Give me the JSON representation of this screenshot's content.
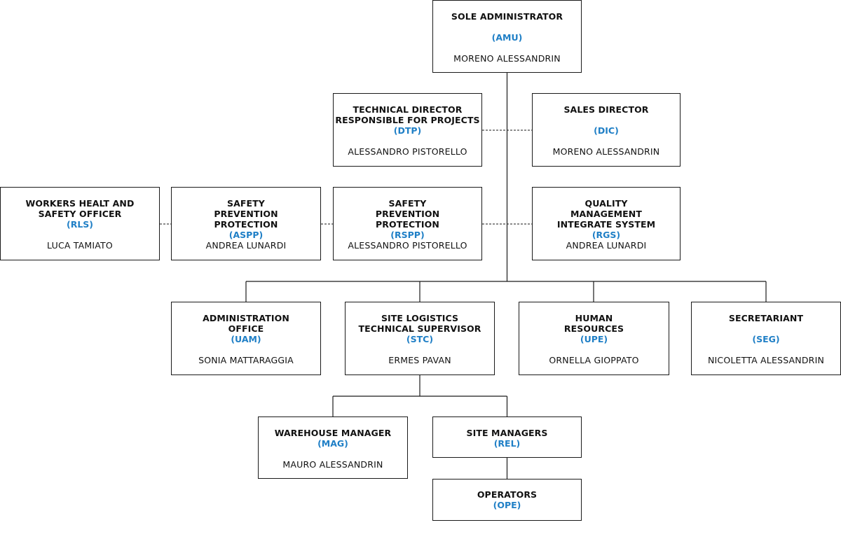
{
  "colors": {
    "line": "#1a1a1a",
    "code": "#1f7fc6",
    "box_border": "#1a1a1a"
  },
  "nodes": {
    "amu": {
      "title_lines": [
        "SOLE ADMINISTRATOR"
      ],
      "code": "(AMU)",
      "name": "MORENO ALESSANDRIN"
    },
    "dtp": {
      "title_lines": [
        "TECHNICAL DIRECTOR",
        "RESPONSIBLE FOR PROJECTS"
      ],
      "code": "(DTP)",
      "name": "ALESSANDRO PISTORELLO"
    },
    "dic": {
      "title_lines": [
        "SALES DIRECTOR"
      ],
      "code": "(DIC)",
      "name": "MORENO ALESSANDRIN"
    },
    "rls": {
      "title_lines": [
        "WORKERS HEALT AND",
        "SAFETY OFFICER"
      ],
      "code": "(RLS)",
      "name": "LUCA TAMIATO"
    },
    "aspp": {
      "title_lines": [
        "SAFETY",
        "PREVENTION",
        "PROTECTION"
      ],
      "code": "(ASPP)",
      "name": "ANDREA LUNARDI"
    },
    "rspp": {
      "title_lines": [
        "SAFETY",
        "PREVENTION",
        "PROTECTION"
      ],
      "code": "(RSPP)",
      "name": "ALESSANDRO PISTORELLO"
    },
    "rgs": {
      "title_lines": [
        "QUALITY",
        "MANAGEMENT",
        "INTEGRATE SYSTEM"
      ],
      "code": "(RGS)",
      "name": "ANDREA LUNARDI"
    },
    "uam": {
      "title_lines": [
        "ADMINISTRATION",
        "OFFICE"
      ],
      "code": "(UAM)",
      "name": "SONIA MATTARAGGIA"
    },
    "stc": {
      "title_lines": [
        "SITE LOGISTICS",
        "TECHNICAL SUPERVISOR"
      ],
      "code": "(STC)",
      "name": "ERMES PAVAN"
    },
    "upe": {
      "title_lines": [
        "HUMAN",
        "RESOURCES"
      ],
      "code": "(UPE)",
      "name": "ORNELLA GIOPPATO"
    },
    "seg": {
      "title_lines": [
        "SECRETARIANT"
      ],
      "code": "(SEG)",
      "name": "NICOLETTA ALESSANDRIN"
    },
    "mag": {
      "title_lines": [
        "WAREHOUSE MANAGER"
      ],
      "code": "(MAG)",
      "name": "MAURO ALESSANDRIN"
    },
    "rel": {
      "title_lines": [
        "SITE MANAGERS"
      ],
      "code": "(REL)"
    },
    "ope": {
      "title_lines": [
        "OPERATORS"
      ],
      "code": "(OPE)"
    }
  }
}
